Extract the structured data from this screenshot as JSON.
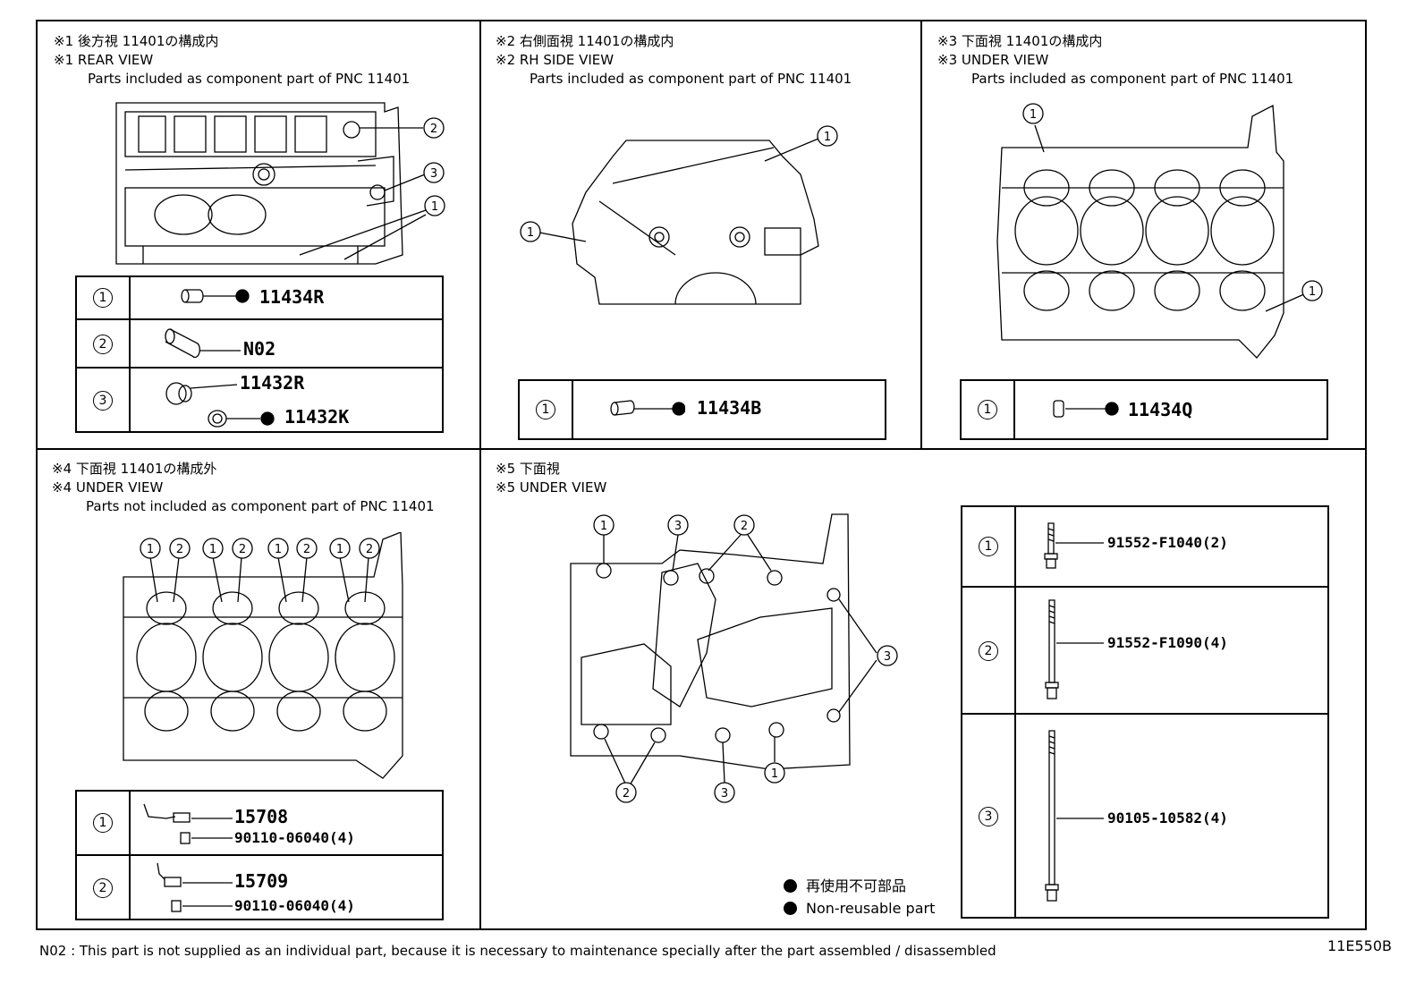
{
  "panels": {
    "p1": {
      "jp_title": "※1 後方視 11401の構成内",
      "en_title": "※1 REAR VIEW",
      "note": "Parts included as component part of PNC 11401",
      "rows": [
        {
          "idx": "1",
          "parts": [
            "11434R"
          ]
        },
        {
          "idx": "2",
          "parts": [
            "N02"
          ]
        },
        {
          "idx": "3",
          "parts": [
            "11432R",
            "11432K"
          ]
        }
      ]
    },
    "p2": {
      "jp_title": "※2 右側面視 11401の構成内",
      "en_title": "※2 RH SIDE VIEW",
      "note": "Parts included as component part of PNC 11401",
      "rows": [
        {
          "idx": "1",
          "parts": [
            "11434B"
          ]
        }
      ]
    },
    "p3": {
      "jp_title": "※3 下面視 11401の構成内",
      "en_title": "※3 UNDER VIEW",
      "note": "Parts included as component part of PNC 11401",
      "rows": [
        {
          "idx": "1",
          "parts": [
            "11434Q"
          ]
        }
      ]
    },
    "p4": {
      "jp_title": "※4 下面視 11401の構成外",
      "en_title": "※4 UNDER VIEW",
      "note": "Parts not included as component part of PNC 11401",
      "rows": [
        {
          "idx": "1",
          "parts": [
            "15708",
            "90110-06040(4)"
          ]
        },
        {
          "idx": "2",
          "parts": [
            "15709",
            "90110-06040(4)"
          ]
        }
      ]
    },
    "p5": {
      "jp_title": "※5 下面視",
      "en_title": "※5 UNDER VIEW",
      "rows": [
        {
          "idx": "1",
          "parts": [
            "91552-F1040(2)"
          ]
        },
        {
          "idx": "2",
          "parts": [
            "91552-F1090(4)"
          ]
        },
        {
          "idx": "3",
          "parts": [
            "90105-10582(4)"
          ]
        }
      ]
    }
  },
  "callouts": {
    "one": "1",
    "two": "2",
    "three": "3"
  },
  "legend": {
    "jp": "再使用不可部品",
    "en": "Non-reusable part"
  },
  "footer": "N02 : This part is not supplied as an individual part, because it is necessary to maintenance specially after the part assembled / disassembled",
  "code": "11E550B"
}
